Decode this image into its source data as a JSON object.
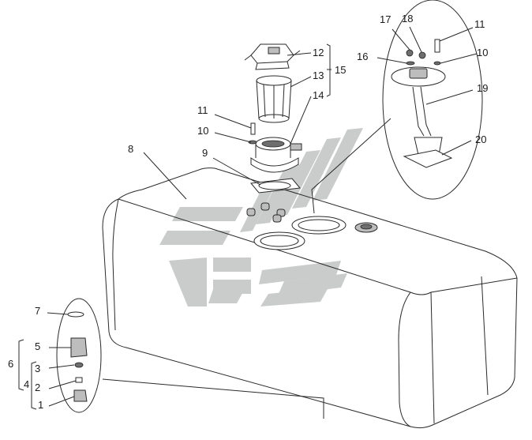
{
  "callouts": {
    "c1": "1",
    "c2": "2",
    "c3": "3",
    "c4": "4",
    "c5": "5",
    "c6": "6",
    "c7": "7",
    "c8": "8",
    "c9": "9",
    "c10a": "10",
    "c10b": "10",
    "c11a": "11",
    "c11b": "11",
    "c12": "12",
    "c13": "13",
    "c14": "14",
    "c15": "15",
    "c16": "16",
    "c17": "17",
    "c18": "18",
    "c19": "19",
    "c20": "20"
  },
  "colors": {
    "line": "#2a2a2a",
    "watermark": "#c9ccca",
    "background": "#ffffff"
  }
}
